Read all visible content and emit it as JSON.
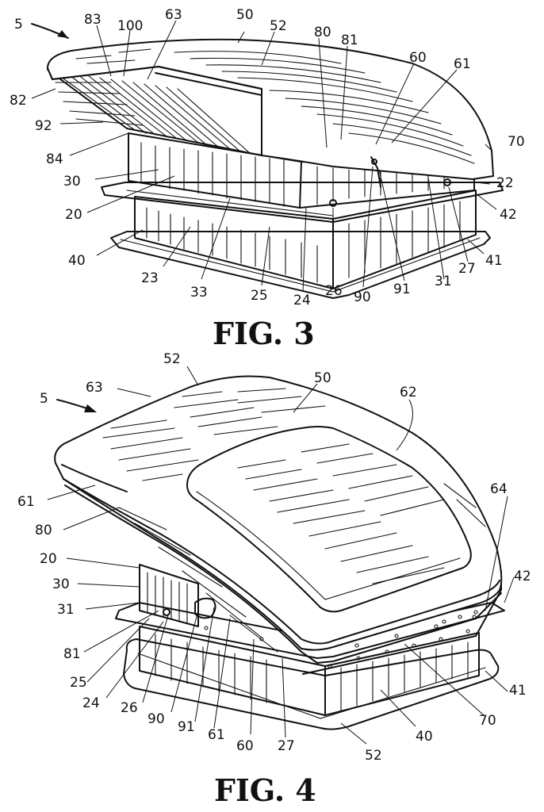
{
  "fig3": {
    "caption": "FIG. 3",
    "labels": {
      "l5": "5",
      "l83": "83",
      "l100": "100",
      "l63": "63",
      "l50": "50",
      "l52": "52",
      "l80": "80",
      "l81": "81",
      "l60": "60",
      "l61": "61",
      "l82": "82",
      "l92": "92",
      "l84": "84",
      "l30": "30",
      "l70": "70",
      "l20": "20",
      "l22": "22",
      "l42": "42",
      "l40": "40",
      "l41": "41",
      "l23": "23",
      "l33": "33",
      "l25": "25",
      "l24": "24",
      "l26": "26",
      "l90": "90",
      "l91": "91",
      "l31": "31",
      "l27": "27"
    }
  },
  "fig4": {
    "caption": "FIG. 4",
    "labels": {
      "l5": "5",
      "l63": "63",
      "l52": "52",
      "l50": "50",
      "l62": "62",
      "l61a": "61",
      "l80": "80",
      "l64": "64",
      "l20": "20",
      "l30": "30",
      "l42": "42",
      "l31": "31",
      "l81": "81",
      "l25": "25",
      "l41": "41",
      "l24": "24",
      "l26": "26",
      "l90": "90",
      "l91": "91",
      "l61b": "61",
      "l60": "60",
      "l27": "27",
      "l40": "40",
      "l70": "70",
      "l52b": "52"
    }
  }
}
